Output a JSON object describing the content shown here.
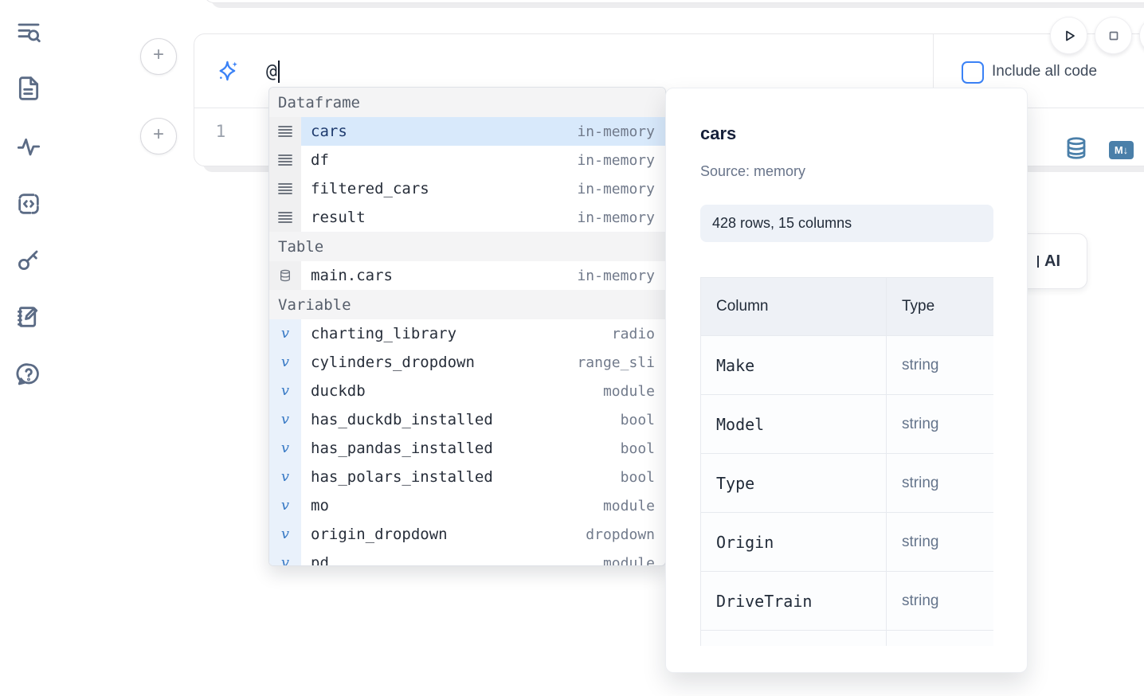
{
  "sidebar": {
    "icons": [
      {
        "name": "search-list-icon"
      },
      {
        "name": "document-icon"
      },
      {
        "name": "activity-icon"
      },
      {
        "name": "code-snippets-icon"
      },
      {
        "name": "keys-icon"
      },
      {
        "name": "scratchpad-icon"
      },
      {
        "name": "help-chat-icon"
      }
    ]
  },
  "cell": {
    "ai_input_value": "@",
    "include_all_code_label": "Include all code",
    "line_number": "1",
    "markdown_badge": "M↓",
    "add_cell_label": "+"
  },
  "autocomplete": {
    "sections": [
      {
        "label": "Dataframe",
        "items": [
          {
            "name": "cars",
            "type": "in-memory"
          },
          {
            "name": "df",
            "type": "in-memory"
          },
          {
            "name": "filtered_cars",
            "type": "in-memory"
          },
          {
            "name": "result",
            "type": "in-memory"
          }
        ]
      },
      {
        "label": "Table",
        "items": [
          {
            "name": "main.cars",
            "type": "in-memory"
          }
        ]
      },
      {
        "label": "Variable",
        "items": [
          {
            "name": "charting_library",
            "type": "radio"
          },
          {
            "name": "cylinders_dropdown",
            "type": "range_sli"
          },
          {
            "name": "duckdb",
            "type": "module"
          },
          {
            "name": "has_duckdb_installed",
            "type": "bool"
          },
          {
            "name": "has_pandas_installed",
            "type": "bool"
          },
          {
            "name": "has_polars_installed",
            "type": "bool"
          },
          {
            "name": "mo",
            "type": "module"
          },
          {
            "name": "origin_dropdown",
            "type": "dropdown"
          },
          {
            "name": "pd",
            "type": "module"
          }
        ]
      }
    ],
    "variable_glyph": "v"
  },
  "preview": {
    "title": "cars",
    "source": "Source: memory",
    "shape_badge": "428 rows, 15 columns",
    "table": {
      "headers": [
        "Column",
        "Type"
      ],
      "rows": [
        {
          "column": "Make",
          "type": "string"
        },
        {
          "column": "Model",
          "type": "string"
        },
        {
          "column": "Type",
          "type": "string"
        },
        {
          "column": "Origin",
          "type": "string"
        },
        {
          "column": "DriveTrain",
          "type": "string"
        },
        {
          "column": "",
          "type": ""
        }
      ]
    }
  },
  "ai_button": {
    "label": "AI"
  },
  "colors": {
    "accent_blue": "#3b82f6",
    "selection_blue": "#d8e9fb",
    "steel_blue": "#4a7fa9",
    "sidebar_slate": "#5b6b85"
  }
}
